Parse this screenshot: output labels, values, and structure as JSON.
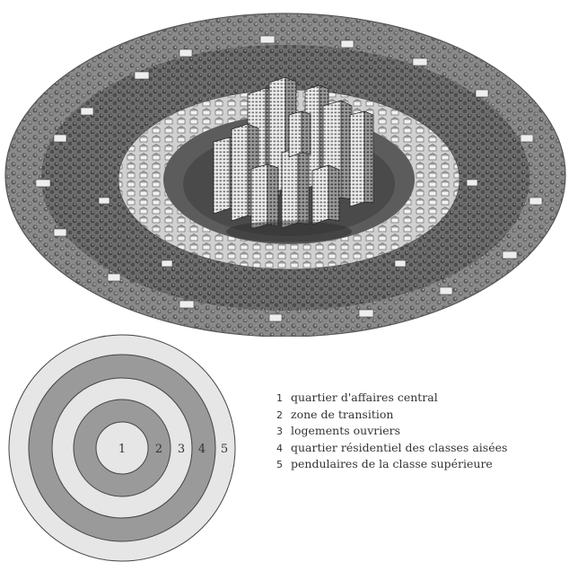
{
  "diagram": {
    "illustration_icon": "concentric-city-illustration",
    "ring_numbers": [
      "1",
      "2",
      "3",
      "4",
      "5"
    ],
    "legend": [
      {
        "num": "1",
        "text": "quartier d'affaires central"
      },
      {
        "num": "2",
        "text": "zone de transition"
      },
      {
        "num": "3",
        "text": "logements ouvriers"
      },
      {
        "num": "4",
        "text": "quartier résidentiel des classes aisées"
      },
      {
        "num": "5",
        "text": "pendulaires de la classe supérieure"
      }
    ],
    "colors": {
      "light_ring": "#e6e6e6",
      "dark_ring": "#9a9a9a",
      "outline": "#444444"
    }
  }
}
